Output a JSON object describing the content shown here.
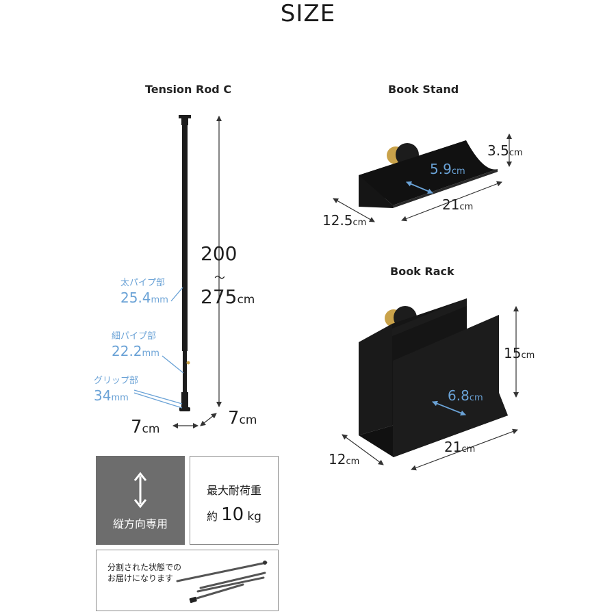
{
  "title": "SIZE",
  "tension_rod": {
    "heading": "Tension Rod C",
    "height_min": "200",
    "height_sep": "〜",
    "height_max": "275",
    "height_unit": "cm",
    "thick_pipe_label": "太パイプ部",
    "thick_pipe_value": "25.4",
    "thin_pipe_label": "細パイプ部",
    "thin_pipe_value": "22.2",
    "grip_label": "グリップ部",
    "grip_value": "34",
    "mm_unit": "mm",
    "base_width": "7",
    "base_depth": "7",
    "cm_unit": "cm"
  },
  "book_stand": {
    "heading": "Book Stand",
    "height": "3.5",
    "inner": "5.9",
    "width": "21",
    "depth": "12.5",
    "unit": "cm"
  },
  "book_rack": {
    "heading": "Book Rack",
    "height": "15",
    "inner": "6.8",
    "width": "21",
    "depth": "12",
    "unit": "cm"
  },
  "badges": {
    "vertical_only": "縦方向専用",
    "max_load_label": "最大耐荷重",
    "max_load_prefix": "約",
    "max_load_value": "10",
    "max_load_unit": "kg"
  },
  "delivery_note": {
    "line1": "分割された状態での",
    "line2": "お届けになります"
  },
  "colors": {
    "accent_blue": "#6aa2d6",
    "product_black": "#1c1c1c",
    "badge_gray": "#6d6d6d",
    "brass": "#c9a24a"
  }
}
